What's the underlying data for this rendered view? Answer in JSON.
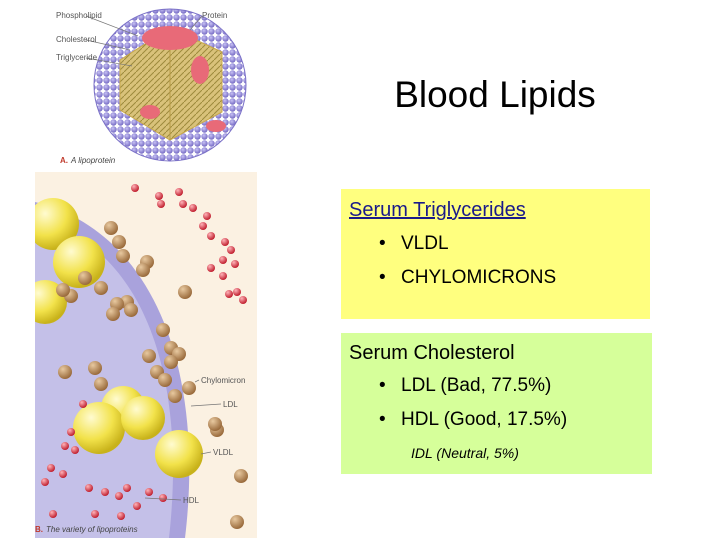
{
  "slide": {
    "title": "Blood Lipids"
  },
  "figure_a": {
    "labels": {
      "phospholipid": "Phospholipid",
      "cholesterol": "Cholesterol",
      "triglyceride": "Triglyceride",
      "protein": "Protein"
    },
    "caption_letter": "A.",
    "caption_text": "A lipoprotein"
  },
  "figure_b": {
    "labels": {
      "chylomicron": "Chylomicron",
      "ldl": "LDL",
      "vldl": "VLDL",
      "hdl": "HDL"
    },
    "caption_letter": "B.",
    "caption_text": "The variety of lipoproteins"
  },
  "triglycerides_box": {
    "heading": "Serum Triglycerides",
    "items": [
      "VLDL",
      "CHYLOMICRONS"
    ]
  },
  "cholesterol_box": {
    "heading": "Serum Cholesterol",
    "items": [
      "LDL (Bad, 77.5%)",
      "HDL (Good, 17.5%)"
    ],
    "note": "IDL (Neutral, 5%)"
  },
  "colors": {
    "triglycerides_bg": "#ffff7f",
    "cholesterol_bg": "#d6ff9a",
    "heading_blue": "#1a1a8a",
    "sphere_purple": "#8a7fd6",
    "vesicle_wall": "#a9a2dc"
  }
}
